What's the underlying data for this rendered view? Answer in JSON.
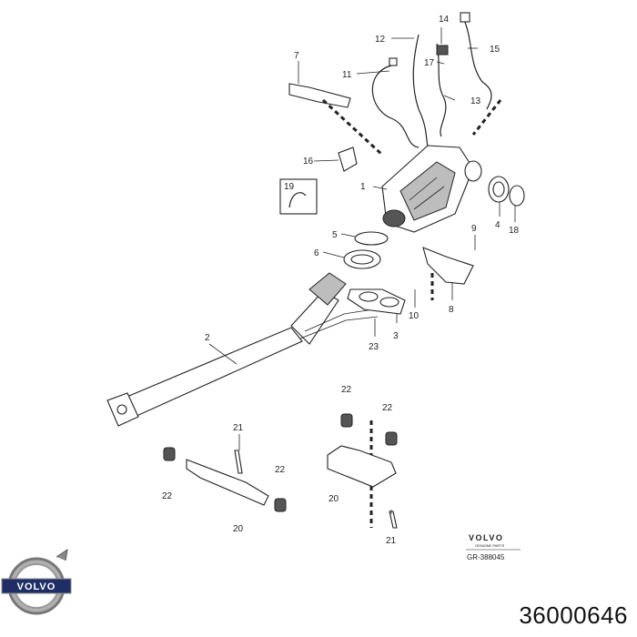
{
  "diagram": {
    "callouts": {
      "c1": "1",
      "c2": "2",
      "c3": "3",
      "c4": "4",
      "c5": "5",
      "c6": "6",
      "c7": "7",
      "c8": "8",
      "c9": "9",
      "c10": "10",
      "c11": "11",
      "c12": "12",
      "c13": "13",
      "c14": "14",
      "c15": "15",
      "c16": "16",
      "c17": "17",
      "c18": "18",
      "c19": "19",
      "c20a": "20",
      "c20b": "20",
      "c21a": "21",
      "c21b": "21",
      "c22a": "22",
      "c22b": "22",
      "c22c": "22",
      "c22d": "22",
      "c23": "23"
    },
    "brand_text": "VOLVO",
    "brand_subtext": "GENUINE PARTS",
    "drawing_ref": "GR-388045"
  },
  "logo": {
    "text": "VOLVO"
  },
  "part_number": "36000646"
}
